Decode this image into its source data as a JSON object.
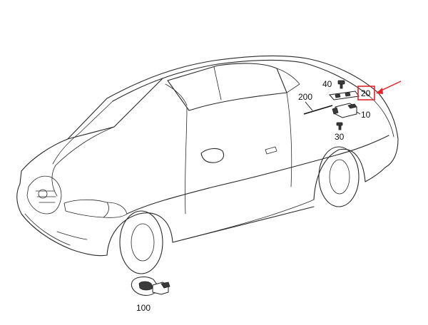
{
  "callouts": {
    "sensor": "10",
    "bracket": "20",
    "screw": "30",
    "bolt": "40",
    "tire_pressure_sensor": "100",
    "cable": "200"
  },
  "highlight": {
    "target_callout": "20",
    "box_color": "#e0262b",
    "arrow_color": "#e0262b"
  },
  "icons": {
    "vehicle": "coupe-vehicle-outline",
    "sensor": "sensor-module-icon",
    "bracket": "mounting-bracket-icon",
    "screw": "screw-icon",
    "bolt": "bolt-icon",
    "tire_sensor": "tire-pressure-sensor-icon"
  }
}
